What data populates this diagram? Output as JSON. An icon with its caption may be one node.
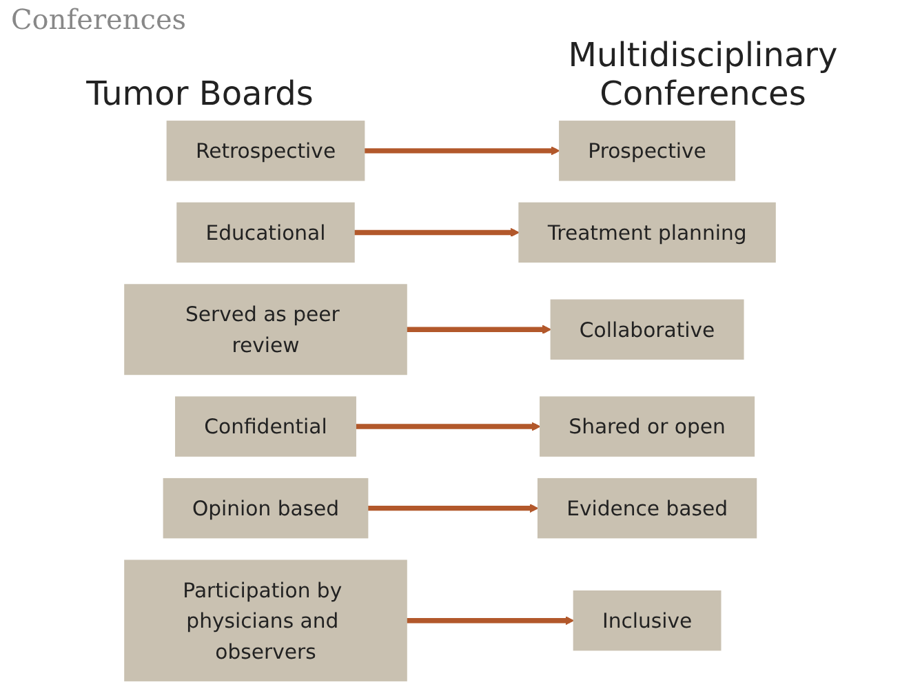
{
  "diagram": {
    "title": "Conferences",
    "nodes": [
      {
        "text": [
          "Retrospective"
        ]
      },
      {
        "text": [
          "Prospective"
        ]
      },
      {
        "text": [
          "Educational"
        ]
      },
      {
        "text": [
          "Treatment planning"
        ]
      },
      {
        "text": [
          "Served as peer review"
        ]
      },
      {
        "text": [
          "Collaborative"
        ]
      },
      {
        "text": [
          "Confidential"
        ]
      },
      {
        "text": [
          "Shared or open"
        ]
      },
      {
        "text": [
          "Opinion based"
        ]
      },
      {
        "text": [
          "Evidence based"
        ]
      },
      {
        "text": [
          "Participation by physicians and observers"
        ]
      },
      {
        "text": [
          "Inclusive"
        ]
      }
    ],
    "edges": [
      {
        "from": 0,
        "to": 1,
        "arrow": "to"
      },
      {
        "from": 2,
        "to": 3,
        "arrow": "to"
      },
      {
        "from": 4,
        "to": 5,
        "arrow": "to"
      },
      {
        "from": 6,
        "to": 7,
        "arrow": "to"
      },
      {
        "from": 8,
        "to": 9,
        "arrow": "to"
      },
      {
        "from": 10,
        "to": 11,
        "arrow": "to"
      }
    ],
    "labels": [
      "Tumor Boards",
      "Multidisciplinary Conferences"
    ]
  }
}
